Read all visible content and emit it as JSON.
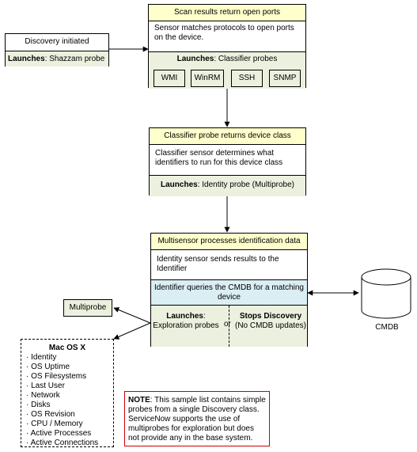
{
  "discovery": {
    "title": "Discovery initiated",
    "launches_label": "Launches",
    "launches_text": ": Shazzam probe"
  },
  "scan": {
    "header": "Scan results return open ports",
    "body": "Sensor matches protocols to open ports on the device.",
    "launches_label": "Launches",
    "launches_text": ": Classifier probes",
    "probes": [
      "WMI",
      "WinRM",
      "SSH",
      "SNMP"
    ]
  },
  "classifier": {
    "header": "Classifier probe returns device class",
    "body": "Classifier sensor determines what identifiers to run for this device class",
    "launches_label": "Launches",
    "launches_text": ": Identity probe (Multiprobe)"
  },
  "multisensor": {
    "header": "Multisensor processes identification data",
    "body": "Identity sensor sends results to the Identifier",
    "identifier": "Identifier queries the CMDB for a matching device",
    "launches_label": "Launches",
    "launches_text": "Exploration probes",
    "or": "or",
    "stops_label": "Stops Discovery",
    "stops_text": "(No CMDB updates)"
  },
  "cmdb": {
    "label": "CMDB"
  },
  "multiprobe": {
    "label": "Multiprobe"
  },
  "macos": {
    "title": "Mac OS X",
    "items": [
      "Identity",
      "OS Uptime",
      "OS Filesystems",
      "Last User",
      "Network",
      "Disks",
      "OS Revision",
      "CPU / Memory",
      "Active Processes",
      "Active Connections"
    ]
  },
  "note": {
    "label": "NOTE",
    "text": ": This sample list contains simple probes from a single Discovery class. ServiceNow supports the use of multiprobes for exploration but does not provide any in the base system."
  },
  "colors": {
    "header": "#ffffcc",
    "green": "#ebf1de",
    "blue": "#daeef3",
    "note_border": "#cc0000"
  }
}
